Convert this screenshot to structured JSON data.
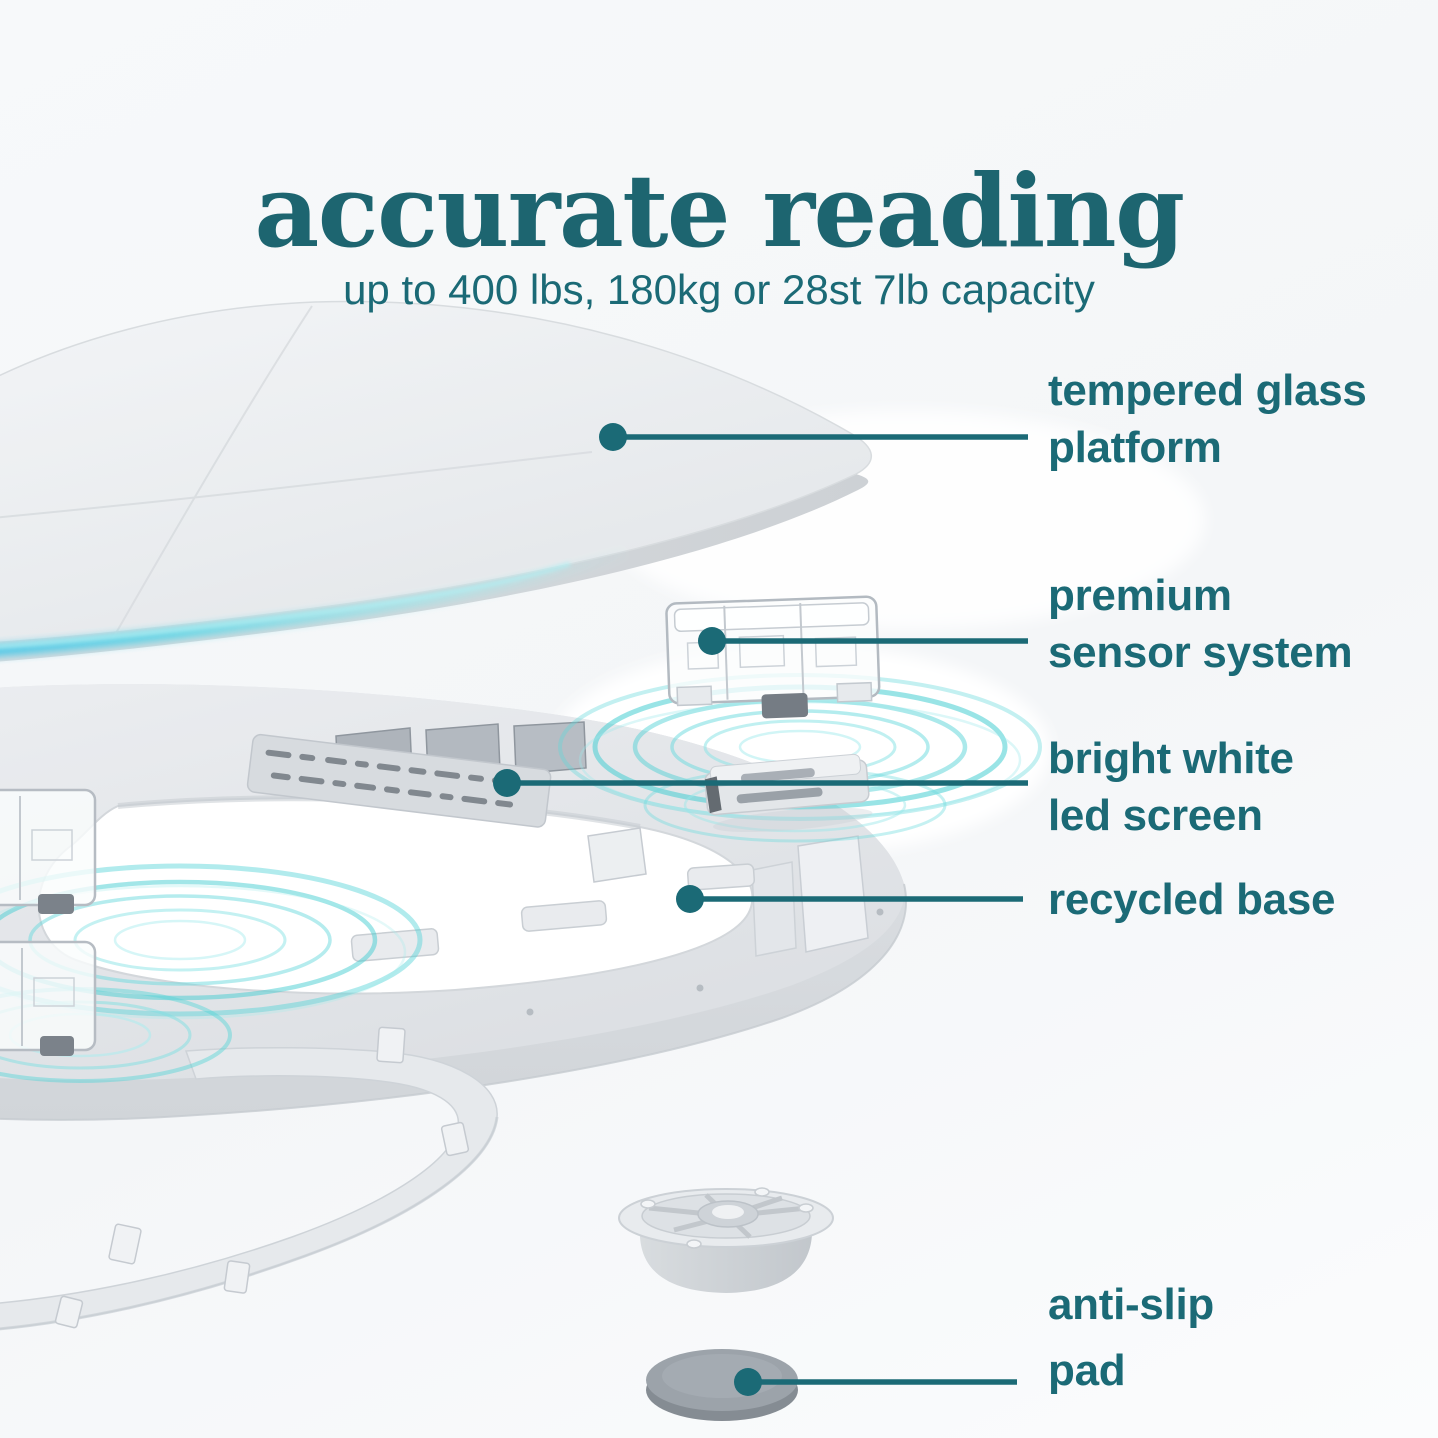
{
  "header": {
    "title": "accurate reading",
    "subtitle": "up to 400 lbs, 180kg or 28st 7lb capacity"
  },
  "callouts": [
    {
      "part": "tempered-glass-platform",
      "line1": "tempered glass",
      "line2": "platform"
    },
    {
      "part": "premium-sensor-system",
      "line1": "premium",
      "line2": "sensor system"
    },
    {
      "part": "bright-white-led-screen",
      "line1": "bright white",
      "line2": "led screen"
    },
    {
      "part": "recycled-base",
      "line1": "recycled base",
      "line2": ""
    },
    {
      "part": "anti-slip-pad",
      "line1": "anti-slip",
      "line2": "pad"
    }
  ],
  "colors": {
    "accent": "#1b6a76",
    "title": "#1d6570",
    "ripple": "#45ced2",
    "glow_edge": "#52d6e8",
    "pad_gray": "#9aa1a8",
    "plastic_light": "#e8ebee",
    "background": "#f6f8f9"
  }
}
